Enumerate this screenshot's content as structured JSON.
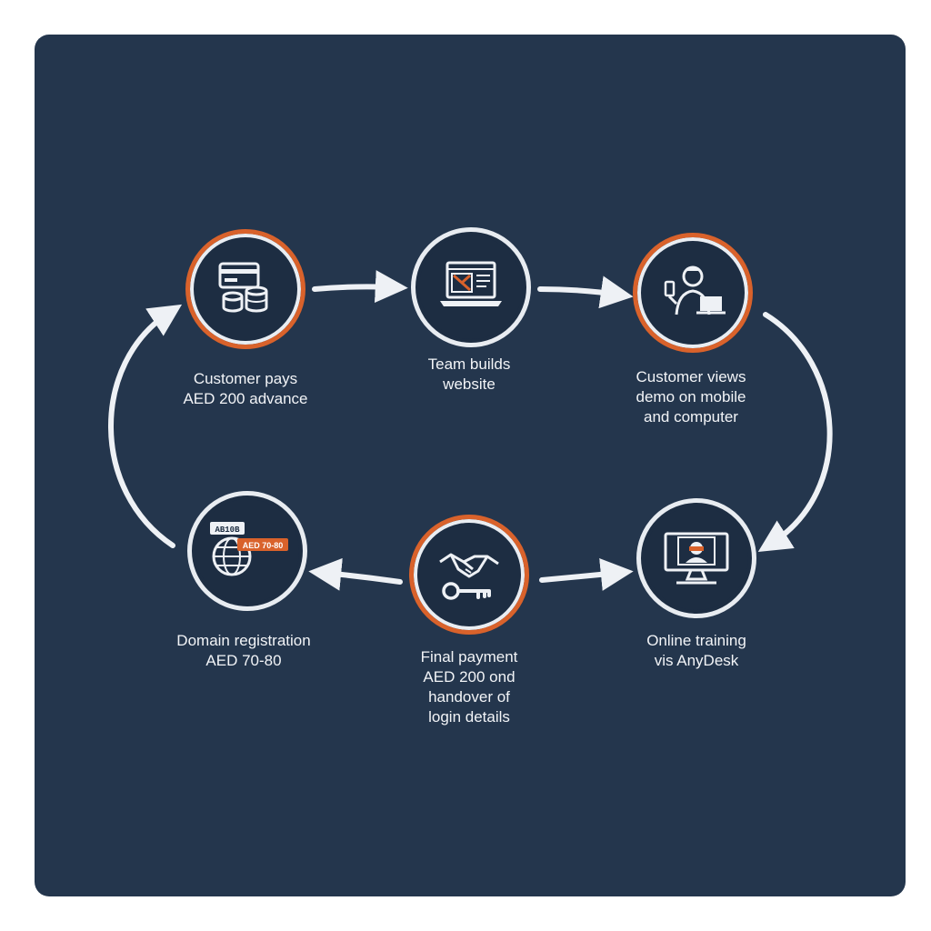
{
  "steps": [
    {
      "id": "advance",
      "lines": [
        "Customer pays",
        "AED 200 advance"
      ],
      "icon": "card-coins-icon",
      "ring": "orange"
    },
    {
      "id": "build",
      "lines": [
        "Team builds",
        "website"
      ],
      "icon": "laptop-website-icon",
      "ring": "white"
    },
    {
      "id": "demo",
      "lines": [
        "Customer views",
        "demo on mobile",
        "and computer"
      ],
      "icon": "person-phone-laptop-icon",
      "ring": "orange"
    },
    {
      "id": "training",
      "lines": [
        "Online training",
        "vis AnyDesk"
      ],
      "icon": "monitor-remote-icon",
      "ring": "white"
    },
    {
      "id": "final",
      "lines": [
        "Final payment",
        "AED 200 ond",
        "handover of",
        "login details"
      ],
      "icon": "handshake-key-icon",
      "ring": "orange"
    },
    {
      "id": "domain",
      "lines": [
        "Domain registration",
        "AED 70-80"
      ],
      "icon": "globe-domain-icon",
      "ring": "white",
      "icon_text": {
        "tag1": "AB10B",
        "tag2": "AED 70-80"
      }
    }
  ],
  "colors": {
    "panel": "#24364d",
    "node_fill": "#1d2d42",
    "accent": "#d9622b",
    "ring_light": "#e8ecf1",
    "arrow": "#eef1f5",
    "text": "#f2f4f7"
  }
}
